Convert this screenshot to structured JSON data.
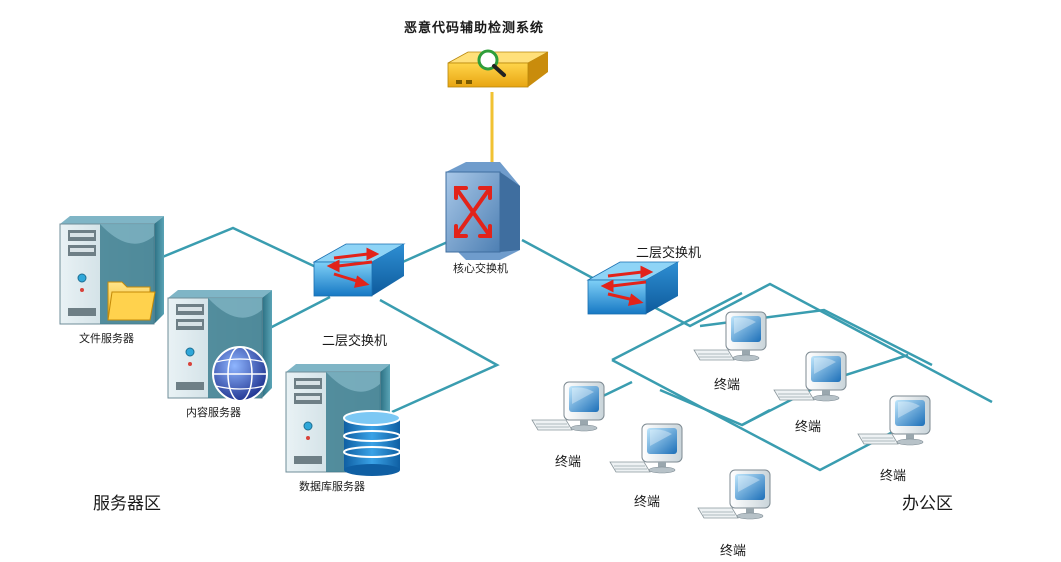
{
  "diagram": {
    "detector_label": "恶意代码辅助检测系统",
    "core_switch_label": "核心交换机",
    "left_switch_label": "二层交换机",
    "right_switch_label": "二层交换机",
    "file_server_label": "文件服务器",
    "content_server_label": "内容服务器",
    "db_server_label": "数据库服务器",
    "server_zone_label": "服务器区",
    "office_zone_label": "办公区",
    "terminal_label": "终端"
  },
  "colors": {
    "link": "#3a9db0",
    "uplink": "#f1c232",
    "switch_blue": "#29a3e6",
    "server_body": "#3c7e8f",
    "monitor_screen": "#2f86c8"
  }
}
